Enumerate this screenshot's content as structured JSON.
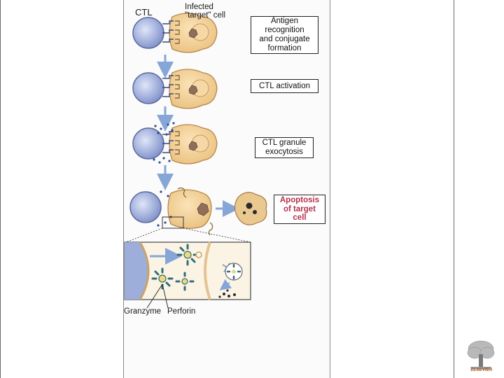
{
  "labels": {
    "ctl": "CTL",
    "infected_line1": "Infected",
    "infected_line2": "\"target\" cell",
    "granzyme": "Granzyme",
    "perforin": "Perforin"
  },
  "steps": [
    {
      "lines": [
        "Antigen",
        "recognition",
        "and conjugate",
        "formation"
      ]
    },
    {
      "lines": [
        "CTL activation"
      ]
    },
    {
      "lines": [
        "CTL granule",
        "exocytosis"
      ]
    },
    {
      "lines": [
        "Apoptosis",
        "of target",
        "cell"
      ]
    }
  ],
  "publisher_logo_text": "ELSEVIER",
  "colors": {
    "ctl_cell": "#a9b6df",
    "target_cell": "#f1cf96",
    "arrow": "#86a6d8",
    "apoptosis_text": "#b7304a",
    "granzyme": "#2d6e7a",
    "perforin_ring": "#e8d98a"
  }
}
